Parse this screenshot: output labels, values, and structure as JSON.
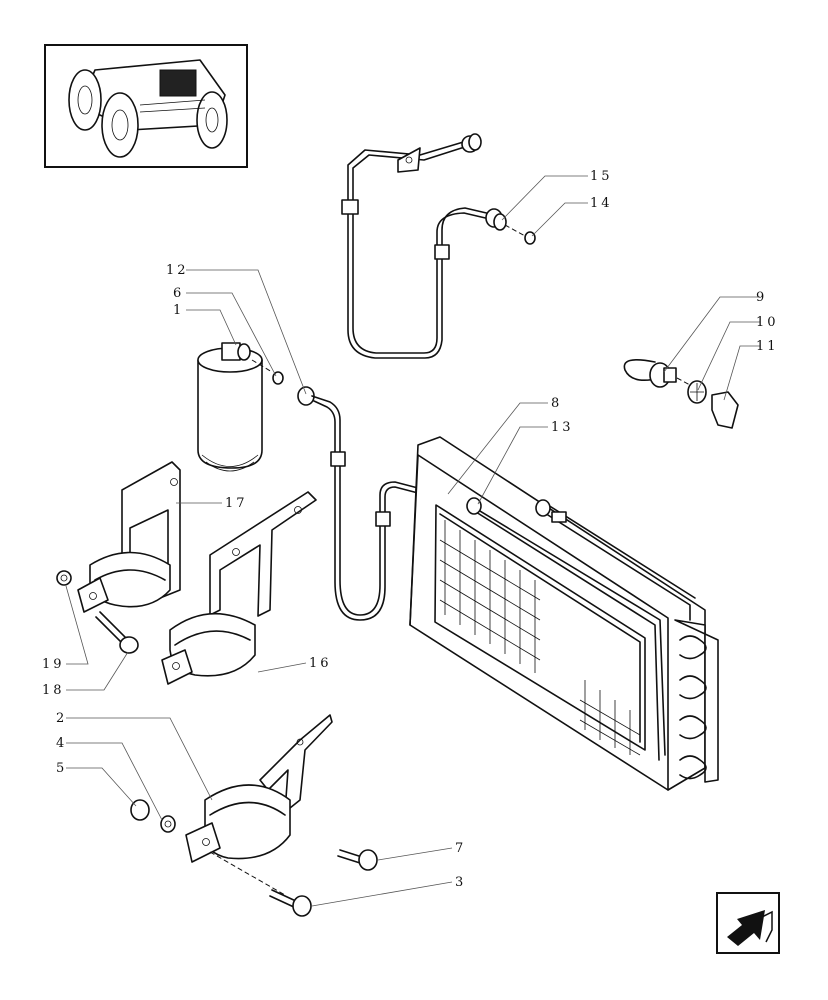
{
  "callouts": {
    "c1": "1",
    "c2": "2",
    "c3": "3",
    "c4": "4",
    "c5": "5",
    "c6": "6",
    "c7": "7",
    "c8": "8",
    "c9": "9",
    "c10": "10",
    "c11": "11",
    "c12": "12",
    "c13": "13",
    "c14": "14",
    "c15": "15",
    "c16": "16",
    "c17": "17",
    "c18": "18",
    "c19": "19"
  },
  "colors": {
    "line": "#111111",
    "leader": "#555555",
    "background": "#ffffff"
  },
  "icons": {
    "nav": "next-page-arrow-icon",
    "thumbnail": "tractor-location-icon"
  }
}
